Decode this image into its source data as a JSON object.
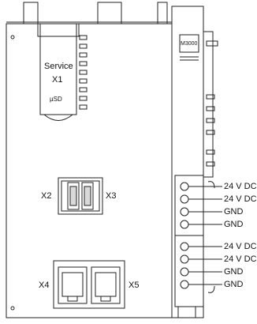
{
  "module_tag": "M3000",
  "service_slot": {
    "title": "Service",
    "slot": "X1",
    "card": "µSD"
  },
  "usb_ports": {
    "left": "X2",
    "right": "X3"
  },
  "ethernet_ports": {
    "left": "X4",
    "right": "X5"
  },
  "power_terminals": [
    "24 V DC",
    "24 V DC",
    "GND",
    "GND",
    "24 V DC",
    "24 V DC",
    "GND",
    "GND"
  ],
  "colors": {
    "stroke": "#222222",
    "fill": "#ffffff",
    "shade": "#d9d9d9"
  }
}
